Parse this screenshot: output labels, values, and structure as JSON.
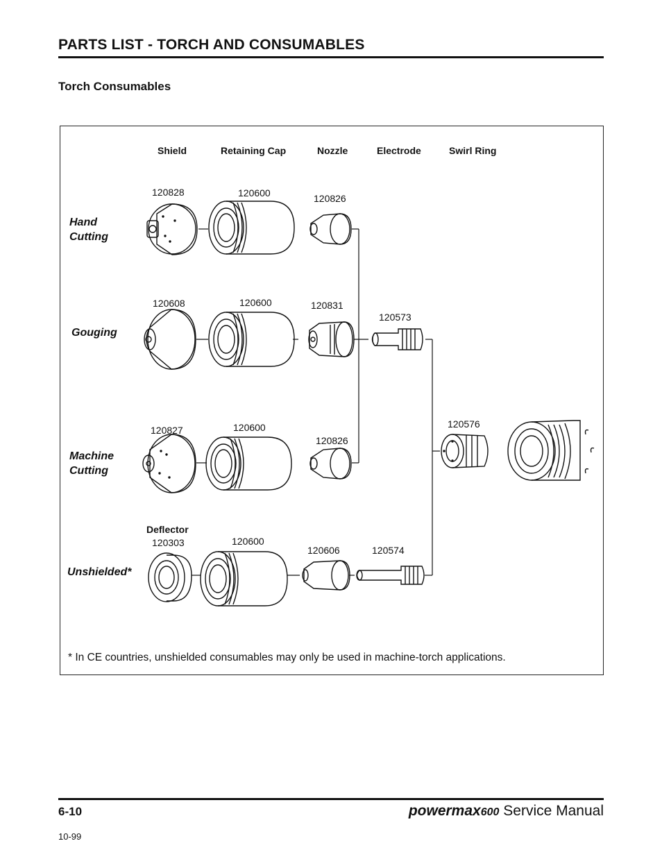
{
  "header": {
    "title": "PARTS LIST - TORCH AND CONSUMABLES"
  },
  "section": {
    "title": "Torch Consumables"
  },
  "columns": {
    "shield": "Shield",
    "retaining_cap": "Retaining Cap",
    "nozzle": "Nozzle",
    "electrode": "Electrode",
    "swirl_ring": "Swirl Ring"
  },
  "rows": {
    "hand": {
      "label": "Hand\nCutting",
      "shield": "120828",
      "cap": "120600",
      "nozzle": "120826"
    },
    "gouging": {
      "label": "Gouging",
      "shield": "120608",
      "cap": "120600",
      "nozzle": "120831",
      "electrode": "120573"
    },
    "machine": {
      "label": "Machine\nCutting",
      "shield": "120827",
      "cap": "120600",
      "nozzle": "120826",
      "swirl_ring": "120576"
    },
    "unshielded": {
      "label": "Unshielded*",
      "deflector_label": "Deflector",
      "shield": "120303",
      "cap": "120600",
      "nozzle": "120606",
      "electrode": "120574"
    }
  },
  "footnote": "* In CE countries, unshielded consumables may only be used in machine-torch applications.",
  "footer": {
    "page_number": "6-10",
    "brand_main": "powermax",
    "brand_num": "600",
    "brand_suffix": "Service Manual",
    "date": "10-99"
  }
}
